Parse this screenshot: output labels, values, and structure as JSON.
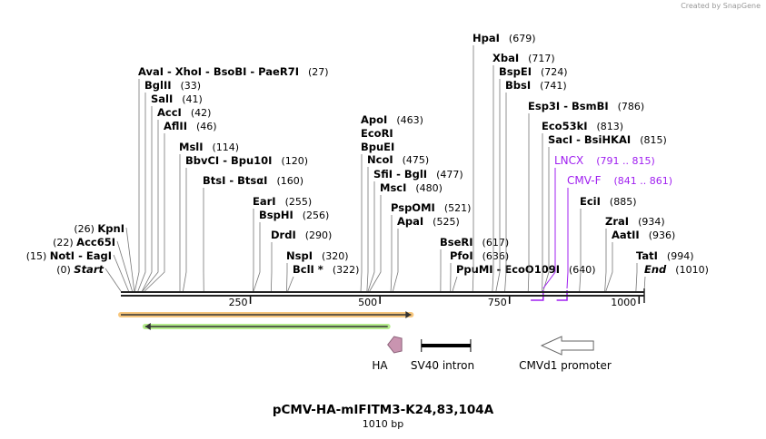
{
  "credit": "Created by SnapGene",
  "title": "pCMV-HA-mIFITM3-K24,83,104A",
  "length_label": "1010 bp",
  "sequence_length": 1010,
  "ticks": [
    250,
    500,
    750,
    1000
  ],
  "sites": [
    {
      "names": [
        "Start"
      ],
      "pos": 0,
      "italic": true
    },
    {
      "names": [
        "NotI",
        "EagI"
      ],
      "pos": 15
    },
    {
      "names": [
        "Acc65I"
      ],
      "pos": 22
    },
    {
      "names": [
        "KpnI"
      ],
      "pos": 26
    },
    {
      "names": [
        "AvaI",
        "XhoI",
        "BsoBI",
        "PaeR7I"
      ],
      "pos": 27
    },
    {
      "names": [
        "BglII"
      ],
      "pos": 33
    },
    {
      "names": [
        "SalI"
      ],
      "pos": 41
    },
    {
      "names": [
        "AccI"
      ],
      "pos": 42
    },
    {
      "names": [
        "AflII"
      ],
      "pos": 46
    },
    {
      "names": [
        "MslI"
      ],
      "pos": 114
    },
    {
      "names": [
        "BbvCI",
        "Bpu10I"
      ],
      "pos": 120
    },
    {
      "names": [
        "BtsI",
        "BtsαI"
      ],
      "pos": 160
    },
    {
      "names": [
        "EarI"
      ],
      "pos": 255
    },
    {
      "names": [
        "BspHI"
      ],
      "pos": 256
    },
    {
      "names": [
        "DrdI"
      ],
      "pos": 290
    },
    {
      "names": [
        "NspI"
      ],
      "pos": 320
    },
    {
      "names": [
        "BclI *"
      ],
      "pos": 322
    },
    {
      "names": [
        "ApoI",
        "EcoRI",
        "BpuEI"
      ],
      "pos": 463,
      "stacked": true
    },
    {
      "names": [
        "NcoI"
      ],
      "pos": 475
    },
    {
      "names": [
        "SfiI",
        "BglI"
      ],
      "pos": 477
    },
    {
      "names": [
        "MscI"
      ],
      "pos": 480
    },
    {
      "names": [
        "PspOMI"
      ],
      "pos": 521
    },
    {
      "names": [
        "ApaI"
      ],
      "pos": 525
    },
    {
      "names": [
        "BseRI"
      ],
      "pos": 617
    },
    {
      "names": [
        "PfoI"
      ],
      "pos": 636
    },
    {
      "names": [
        "PpuMI",
        "EcoO109I"
      ],
      "pos": 640
    },
    {
      "names": [
        "HpaI"
      ],
      "pos": 679
    },
    {
      "names": [
        "XbaI"
      ],
      "pos": 717
    },
    {
      "names": [
        "BspEI"
      ],
      "pos": 724
    },
    {
      "names": [
        "BbsI"
      ],
      "pos": 741
    },
    {
      "names": [
        "Esp3I",
        "BsmBI"
      ],
      "pos": 786
    },
    {
      "names": [
        "Eco53kI"
      ],
      "pos": 813
    },
    {
      "names": [
        "SacI",
        "BsiHKAI"
      ],
      "pos": 815
    },
    {
      "names": [
        "EciI"
      ],
      "pos": 885
    },
    {
      "names": [
        "ZraI"
      ],
      "pos": 934
    },
    {
      "names": [
        "AatII"
      ],
      "pos": 936
    },
    {
      "names": [
        "TatI"
      ],
      "pos": 994
    },
    {
      "names": [
        "End"
      ],
      "pos": 1010,
      "italic": true
    }
  ],
  "primers": [
    {
      "name": "LNCX",
      "range": "(791 .. 815)",
      "start": 791,
      "end": 815,
      "direction": "reverse"
    },
    {
      "name": "CMV-F",
      "range": "(841 .. 861)",
      "start": 841,
      "end": 861,
      "direction": "reverse"
    }
  ],
  "primer_color": "#a020f0",
  "features": [
    {
      "name": "HA",
      "start": 515,
      "end": 542,
      "direction": "reverse",
      "color": "#c994b0"
    },
    {
      "name": "SV40 intron",
      "start": 580,
      "end": 675,
      "direction": "none",
      "color": "#000000"
    },
    {
      "name": "CMVd1 promoter",
      "start": 812,
      "end": 912,
      "direction": "reverse",
      "color": "#ffffff"
    }
  ],
  "orfs": [
    {
      "start": 0,
      "end": 560,
      "direction": "forward",
      "color": "#f7c67c"
    },
    {
      "start": 47,
      "end": 515,
      "direction": "reverse",
      "color": "#b5ec8c"
    }
  ]
}
